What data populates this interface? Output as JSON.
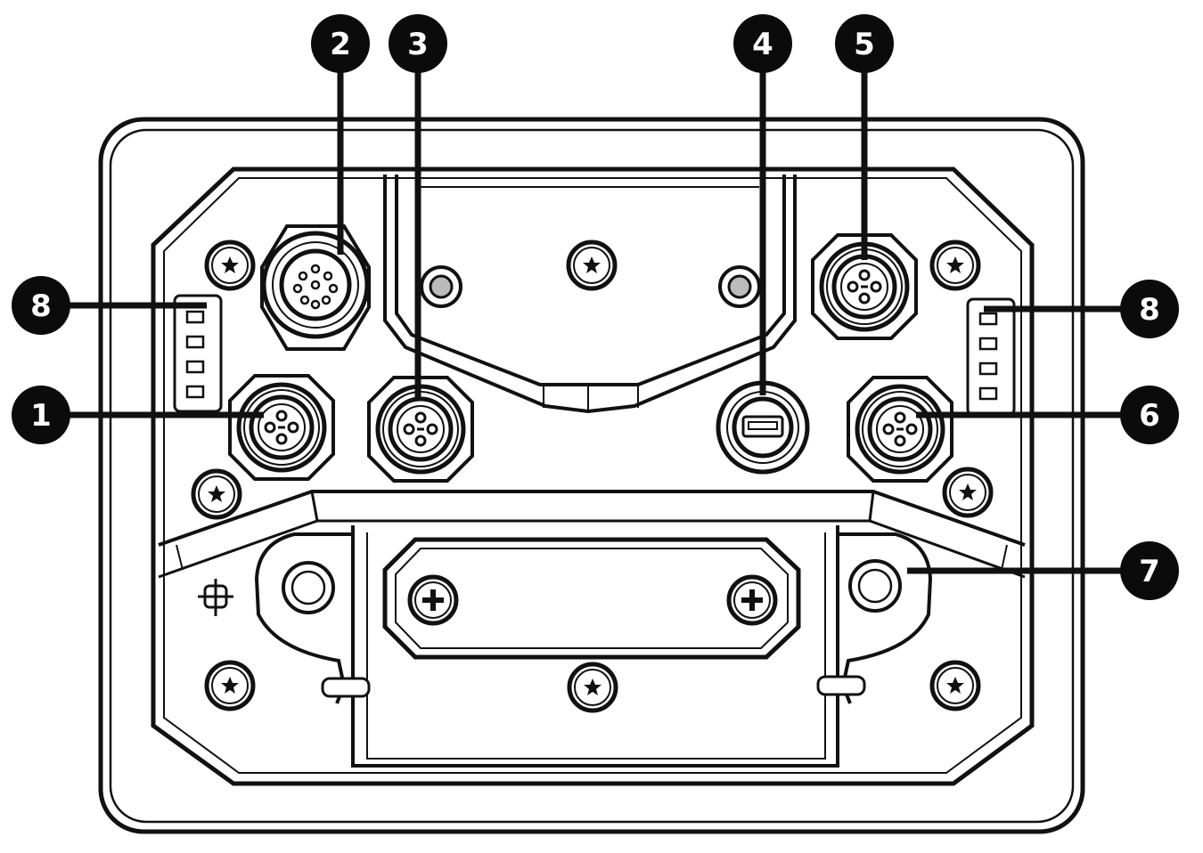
{
  "diagram": {
    "subject": "device rear panel connector layout",
    "callouts": [
      {
        "id": "c2",
        "label": "2"
      },
      {
        "id": "c3",
        "label": "3"
      },
      {
        "id": "c4",
        "label": "4"
      },
      {
        "id": "c5",
        "label": "5"
      },
      {
        "id": "c8-left",
        "label": "8"
      },
      {
        "id": "c8-right",
        "label": "8"
      },
      {
        "id": "c1",
        "label": "1"
      },
      {
        "id": "c6",
        "label": "6"
      },
      {
        "id": "c7",
        "label": "7"
      }
    ],
    "colors": {
      "ink": "#111111",
      "callout_fill": "#0b0b0b",
      "callout_text": "#ffffff",
      "background": "#ffffff"
    }
  }
}
